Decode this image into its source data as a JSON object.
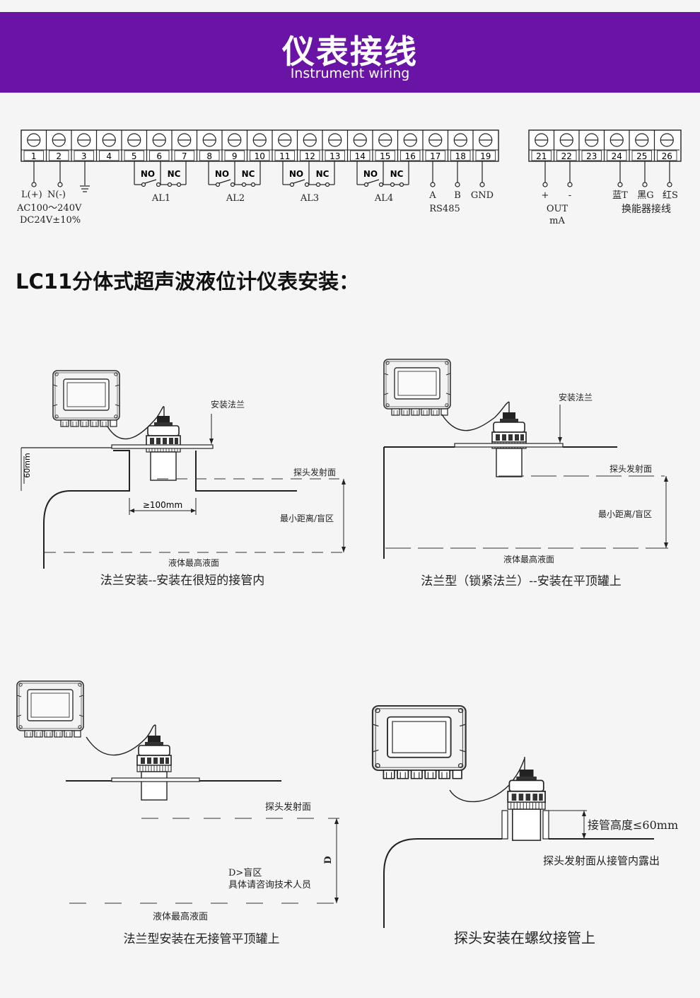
{
  "header": {
    "title": "仪表接线",
    "subtitle": "Instrument wiring",
    "bg_color": "#6a14a6"
  },
  "wiring": {
    "terminals_main": [
      "1",
      "2",
      "3",
      "4",
      "5",
      "6",
      "7",
      "8",
      "9",
      "10",
      "11",
      "12",
      "13",
      "14",
      "15",
      "16",
      "17",
      "18",
      "19"
    ],
    "terminals_aux": [
      "21",
      "22",
      "23",
      "24",
      "25",
      "26"
    ],
    "power": {
      "l": "L(+)",
      "n": "N(-)",
      "ac": "AC100～240V",
      "dc": "DC24V±10%"
    },
    "relays": [
      {
        "no": "NO",
        "nc": "NC",
        "name": "AL1"
      },
      {
        "no": "NO",
        "nc": "NC",
        "name": "AL2"
      },
      {
        "no": "NO",
        "nc": "NC",
        "name": "AL3"
      },
      {
        "no": "NO",
        "nc": "NC",
        "name": "AL4"
      }
    ],
    "rs485": {
      "a": "A",
      "b": "B",
      "gnd": "GND",
      "name": "RS485"
    },
    "output": {
      "plus": "+",
      "minus": "-",
      "out": "OUT",
      "unit": "mA"
    },
    "transducer": {
      "blue": "蓝T",
      "black": "黑G",
      "red": "红S",
      "name": "换能器接线"
    }
  },
  "section_title": "LC11分体式超声波液位计仪表安装：",
  "diagrams": {
    "d1": {
      "flange": "安装法兰",
      "height": "60mm",
      "face": "探头发射面",
      "width": "≥100mm",
      "min": "最小距离/盲区",
      "level": "液体最高液面",
      "caption": "法兰安装--安装在很短的接管内"
    },
    "d2": {
      "flange": "安装法兰",
      "face": "探头发射面",
      "min": "最小距离/盲区",
      "level": "液体最高液面",
      "caption": "法兰型（锁紧法兰）--安装在平顶罐上"
    },
    "d3": {
      "face": "探头发射面",
      "d": "D",
      "note1": "D>盲区",
      "note2": "具体请咨询技术人员",
      "level": "液体最高液面",
      "caption": "法兰型安装在无接管平顶罐上"
    },
    "d4": {
      "pipe": "接管高度≤60mm",
      "face": "探头发射面从接管内露出",
      "caption": "探头安装在螺纹接管上"
    }
  }
}
